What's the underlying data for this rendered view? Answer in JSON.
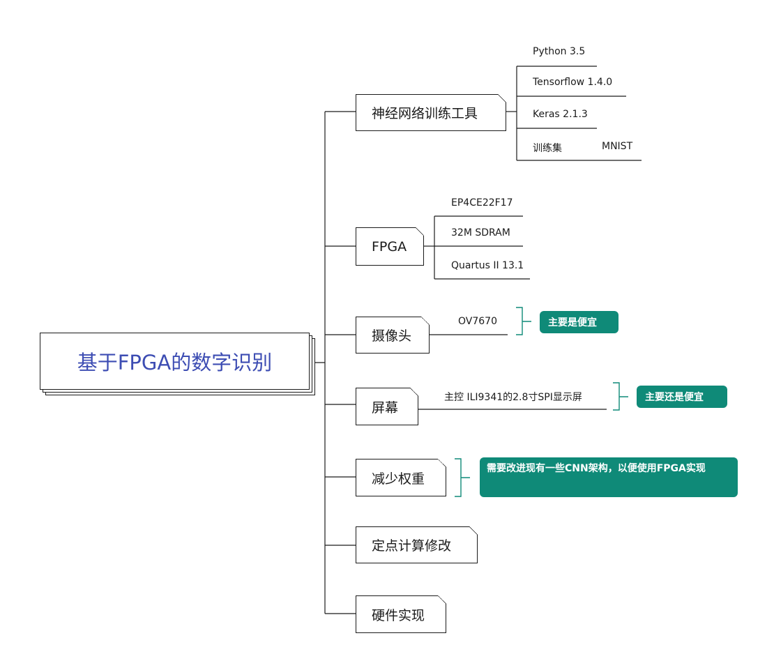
{
  "root": {
    "label": "基于FPGA的数字识别"
  },
  "branches": [
    {
      "label": "神经网络训练工具",
      "leaves": [
        "Python 3.5",
        "Tensorflow 1.4.0",
        "Keras 2.1.3"
      ],
      "subrow": {
        "label": "训练集",
        "value": "MNIST"
      }
    },
    {
      "label": "FPGA",
      "leaves": [
        "EP4CE22F17",
        "32M SDRAM",
        "Quartus II 13.1"
      ]
    },
    {
      "label": "摄像头",
      "leaves": [
        "OV7670"
      ],
      "note": "主要是便宜"
    },
    {
      "label": "屏幕",
      "leaves": [
        "主控 ILI9341的2.8寸SPI显示屏"
      ],
      "note": "主要还是便宜"
    },
    {
      "label": "减少权重",
      "note": "需要改进现有一些CNN架构，以便使用FPGA实现"
    },
    {
      "label": "定点计算修改"
    },
    {
      "label": "硬件实现"
    }
  ],
  "colors": {
    "accent": "#0f8a78",
    "root_text": "#3d4db3",
    "line": "#1a1a1a"
  }
}
